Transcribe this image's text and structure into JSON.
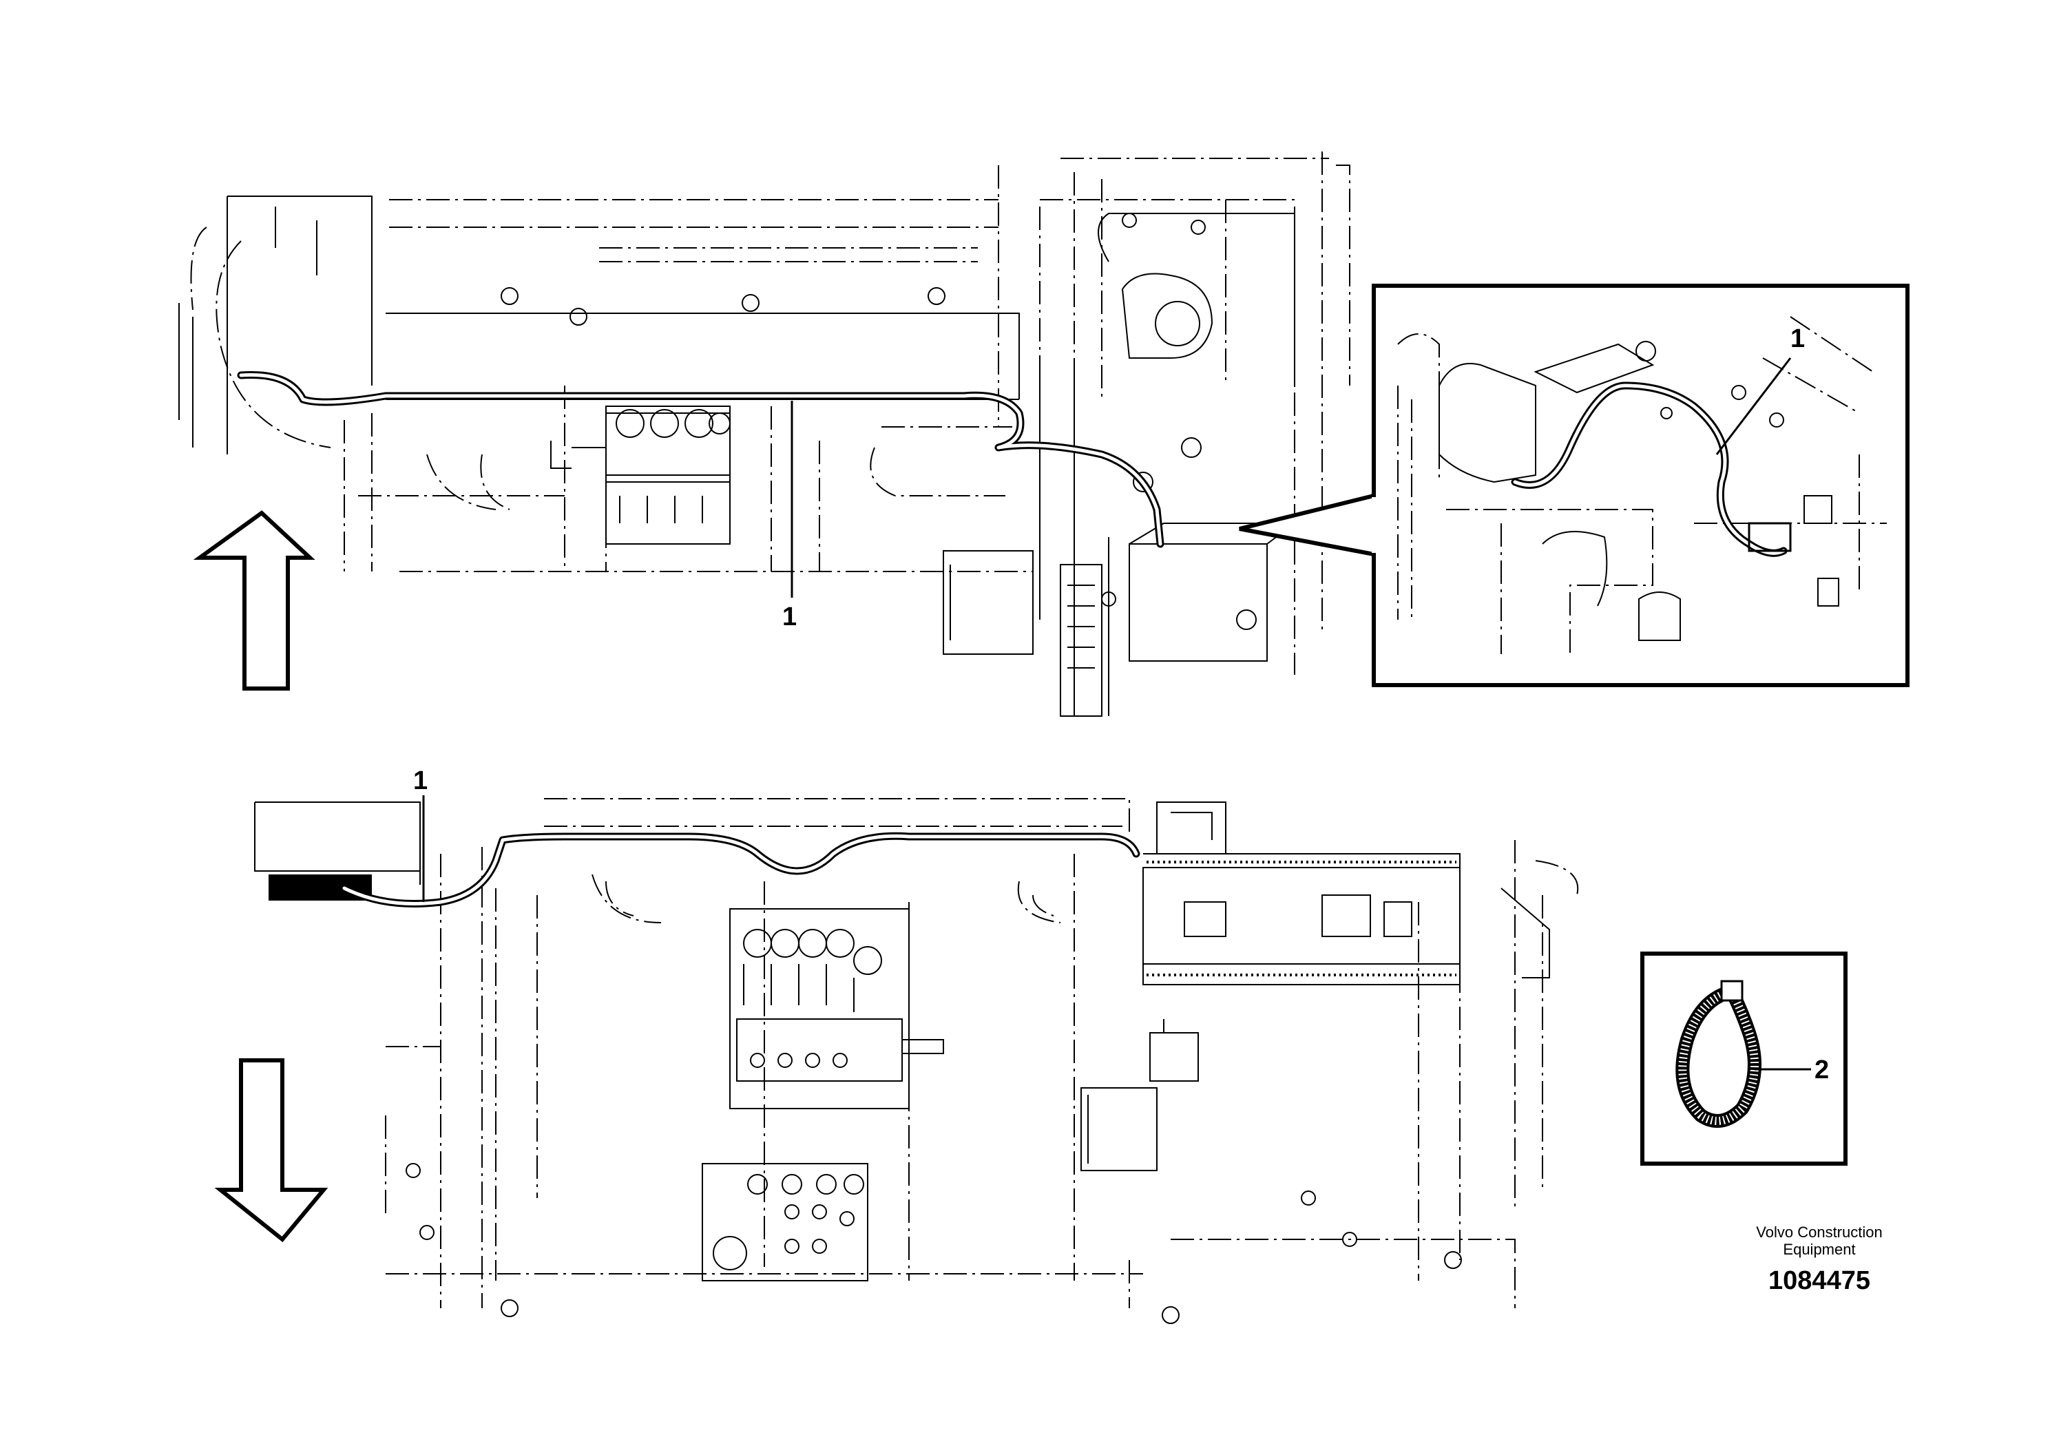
{
  "callouts": {
    "top_harness": "1",
    "inset_harness": "1",
    "bottom_harness": "1",
    "cable_tie": "2"
  },
  "credit": {
    "line1": "Volvo Construction",
    "line2": "Equipment",
    "part_number": "1084475"
  }
}
